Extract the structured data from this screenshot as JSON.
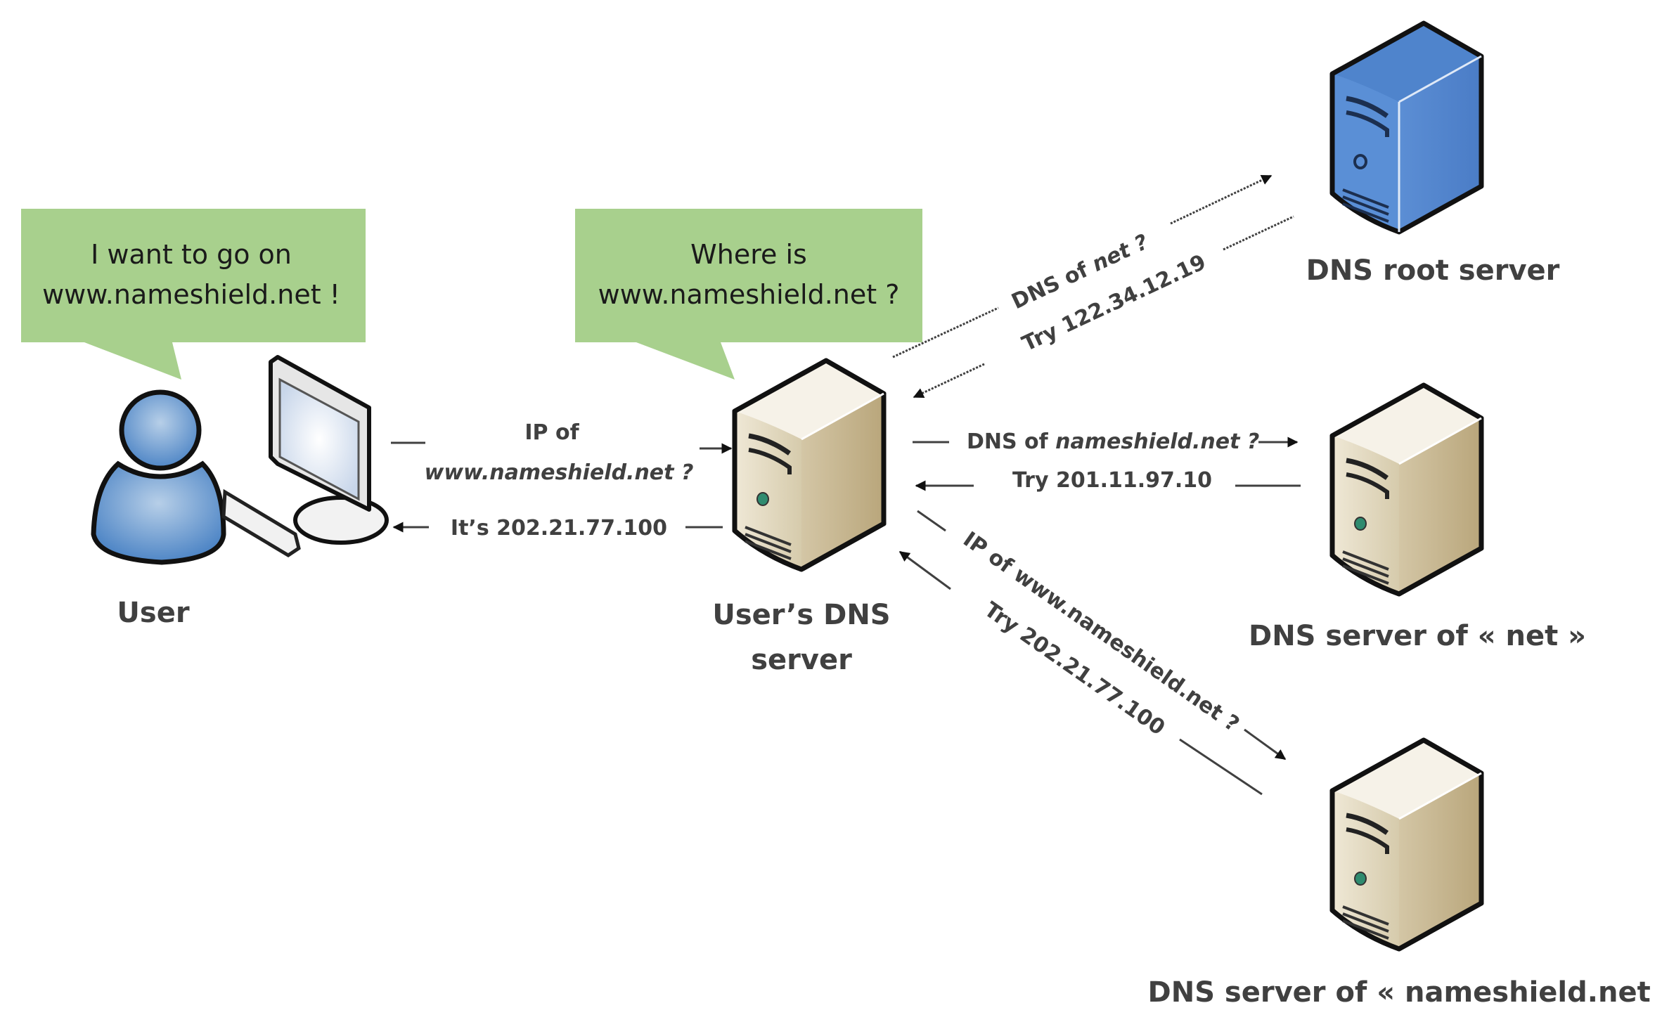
{
  "title": "DNS resolution process",
  "colors": {
    "bubble": "#a8d08d",
    "user_blue": "#4f86c6",
    "root_server_blue": "#5b8fd6",
    "server_beige": "#d8cdb0",
    "text": "#404040",
    "arrow": "#1a1a1a"
  },
  "bubbles": {
    "user": {
      "line1": "I want to go on",
      "line2": "www.nameshield.net !"
    },
    "dns": {
      "line1": "Where is",
      "line2": "www.nameshield.net ?"
    }
  },
  "nodes": {
    "user": {
      "label": "User",
      "icon": "user-computer-icon"
    },
    "users_dns": {
      "label_line1": "User’s DNS",
      "label_line2": "server",
      "icon": "server-icon"
    },
    "root": {
      "label": "DNS root server",
      "icon": "server-icon"
    },
    "net": {
      "label": "DNS server of « net »",
      "icon": "server-icon"
    },
    "nameshield": {
      "label": "DNS server of « nameshield.net »",
      "icon": "server-icon"
    }
  },
  "messages": {
    "user_query": {
      "prefix": "IP of",
      "domain": "www.nameshield.net ?"
    },
    "user_reply": "It’s 202.21.77.100",
    "root_query": {
      "prefix": "DNS of ",
      "domain": "net ?"
    },
    "root_reply": "Try 122.34.12.19",
    "net_query": {
      "prefix": "DNS of ",
      "domain": "nameshield.net ?"
    },
    "net_reply": "Try 201.11.97.10",
    "ns_query": "IP of www.nameshield.net ?",
    "ns_reply": "Try 202.21.77.100"
  }
}
